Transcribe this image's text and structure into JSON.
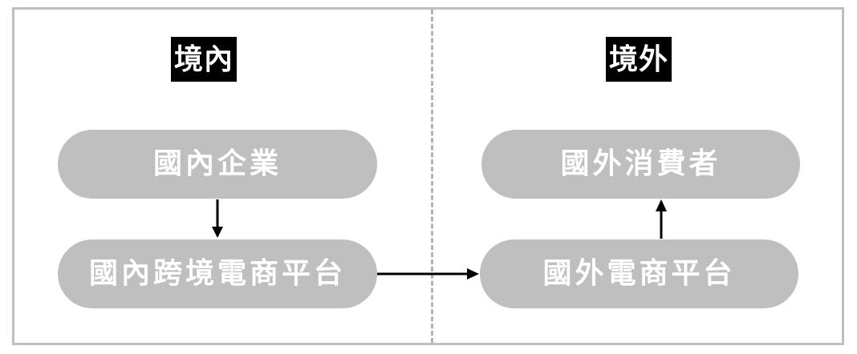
{
  "regions": {
    "domestic": "境內",
    "overseas": "境外"
  },
  "nodes": {
    "domestic_enterprise": "國內企業",
    "domestic_platform": "國內跨境電商平台",
    "overseas_platform": "國外電商平台",
    "overseas_consumer": "國外消費者"
  },
  "colors": {
    "node_fill": "#bfbfbf",
    "node_text": "#ffffff",
    "label_fill": "#000000",
    "label_text": "#ffffff",
    "frame": "#bfbfbf",
    "divider": "#b3b3b3",
    "arrow": "#000000"
  },
  "icons": {
    "arrow_down": "arrow-down-icon",
    "arrow_right": "arrow-right-icon",
    "arrow_up": "arrow-up-icon"
  }
}
